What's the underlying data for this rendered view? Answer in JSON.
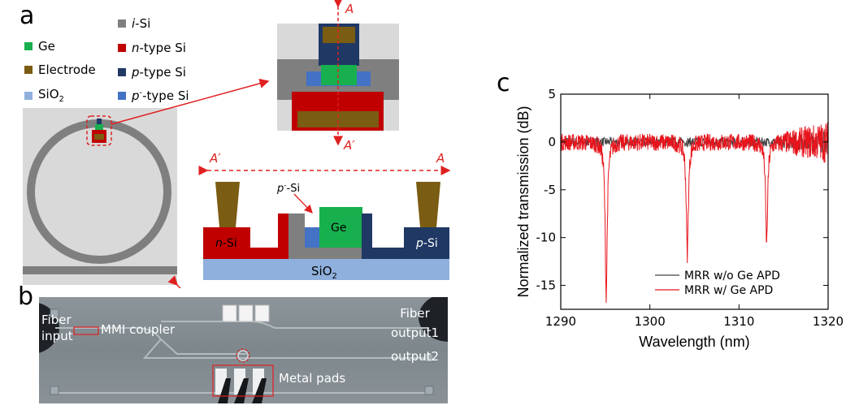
{
  "panel_labels": {
    "a": "a",
    "b": "b",
    "c": "c"
  },
  "legend": [
    {
      "prefix": "",
      "italic": "",
      "text": "Ge",
      "sub": "",
      "sup": "",
      "color": "#18b04e"
    },
    {
      "prefix": "",
      "italic": "",
      "text": "Electrode",
      "sub": "",
      "sup": "",
      "color": "#7a5c12"
    },
    {
      "prefix": "",
      "italic": "",
      "text": "SiO",
      "sub": "2",
      "sup": "",
      "color": "#8fb0dc"
    },
    {
      "prefix": "",
      "italic": "i",
      "text": "-Si",
      "sub": "",
      "sup": "",
      "color": "#7f7f7f"
    },
    {
      "prefix": "",
      "italic": "n",
      "text": "-type Si",
      "sub": "",
      "sup": "",
      "color": "#c00000"
    },
    {
      "prefix": "",
      "italic": "p",
      "text": "-type Si",
      "sub": "",
      "sup": "",
      "color": "#1f3864"
    },
    {
      "prefix": "",
      "italic": "p",
      "text": "-type Si",
      "sub": "",
      "sup": "-",
      "color": "#4472c4"
    }
  ],
  "cross_section": {
    "label_A": "A",
    "label_A_prime": "A′",
    "label_p_minus_si_italic": "p",
    "label_p_minus_si_rest": "-Si",
    "label_ge": "Ge",
    "label_n_si_italic": "n",
    "label_n_si_rest": "-Si",
    "label_p_si_italic": "p",
    "label_p_si_rest": "-Si",
    "label_sio2": "SiO",
    "label_sio2_sub": "2"
  },
  "micrograph": {
    "fiber_input": [
      "Fiber",
      "input"
    ],
    "mmi_coupler": "MMI coupler",
    "fiber_output": [
      "Fiber",
      "output1"
    ],
    "output2": "output2",
    "metal_pads": "Metal pads"
  },
  "chart_data": {
    "type": "line",
    "xlabel": "Wavelength (nm)",
    "ylabel": "Normalized transmission (dB)",
    "xlim": [
      1290,
      1320
    ],
    "ylim": [
      -17.5,
      5
    ],
    "xticks": [
      1290,
      1300,
      1310,
      1320
    ],
    "yticks": [
      5,
      0,
      -5,
      -10,
      -15
    ],
    "grid": false,
    "legend_position": "bottom-right",
    "series": [
      {
        "name": "MRR w/o Ge APD",
        "color": "#404040",
        "baseline": 0,
        "ripple": 0.5,
        "dips": []
      },
      {
        "name": "MRR w/ Ge APD",
        "color": "#e8141c",
        "baseline": 0,
        "ripple": 0.9,
        "dips": [
          {
            "x": 1295.1,
            "y": -16.0
          },
          {
            "x": 1304.2,
            "y": -11.8
          },
          {
            "x": 1313.1,
            "y": -10.6
          }
        ]
      }
    ]
  }
}
